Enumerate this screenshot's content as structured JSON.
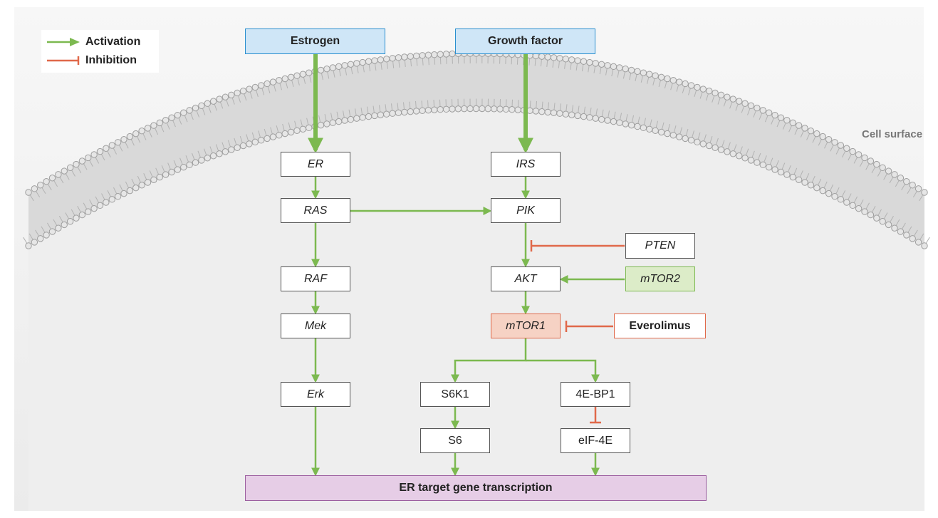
{
  "legend": {
    "activation": "Activation",
    "inhibition": "Inhibition"
  },
  "cell_surface": "Cell surface",
  "nodes": {
    "estrogen": "Estrogen",
    "growth_factor": "Growth factor",
    "er": "ER",
    "irs": "IRS",
    "ras": "RAS",
    "pik": "PIK",
    "pten": "PTEN",
    "raf": "RAF",
    "akt": "AKT",
    "mtor2": "mTOR2",
    "mek": "Mek",
    "mtor1": "mTOR1",
    "everolimus": "Everolimus",
    "erk": "Erk",
    "s6k1": "S6K1",
    "bp1": "4E-BP1",
    "s6": "S6",
    "eif4e": "eIF-4E",
    "target": "ER target gene transcription"
  },
  "colors": {
    "activation": "#7cb950",
    "inhibition": "#e0694a",
    "receptor_fill": "#cfe6f7",
    "receptor_border": "#2a8fcf",
    "mtor1_fill": "#f6d2c4",
    "mtor2_fill": "#dcecc8",
    "target_fill": "#e6cde6",
    "cytoplasm": "#efefef"
  }
}
